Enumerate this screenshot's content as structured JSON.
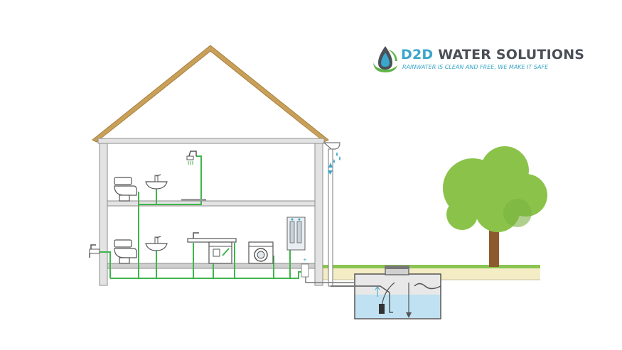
{
  "brand": {
    "name_part1": "D2D",
    "name_part2": "WATER SOLUTIONS",
    "tagline": "RAINWATER IS CLEAN AND FREE, WE MAKE IT SAFE",
    "logo_icon": "water-drop-swirl-icon",
    "colors": {
      "blue": "#3aa6c9",
      "green": "#5fb548",
      "dark": "#4b4f57"
    }
  },
  "diagram": {
    "colors": {
      "pipe": "#3fb54a",
      "roof": "#c8a05a",
      "wall": "#8e8e8e",
      "grass": "#8ac453",
      "soil": "#f4ecc4",
      "water": "#bfe1f2",
      "tree_leaves": "#8bc34a",
      "tree_trunk": "#8d5a2e"
    },
    "icons": [
      "toilet-icon",
      "sink-icon",
      "shower-icon",
      "outdoor-tap-icon",
      "dishwasher-icon",
      "washing-machine-icon",
      "filter-unit-icon",
      "downpipe-icon",
      "rainwater-tank-icon",
      "pump-icon",
      "tree-icon"
    ]
  }
}
